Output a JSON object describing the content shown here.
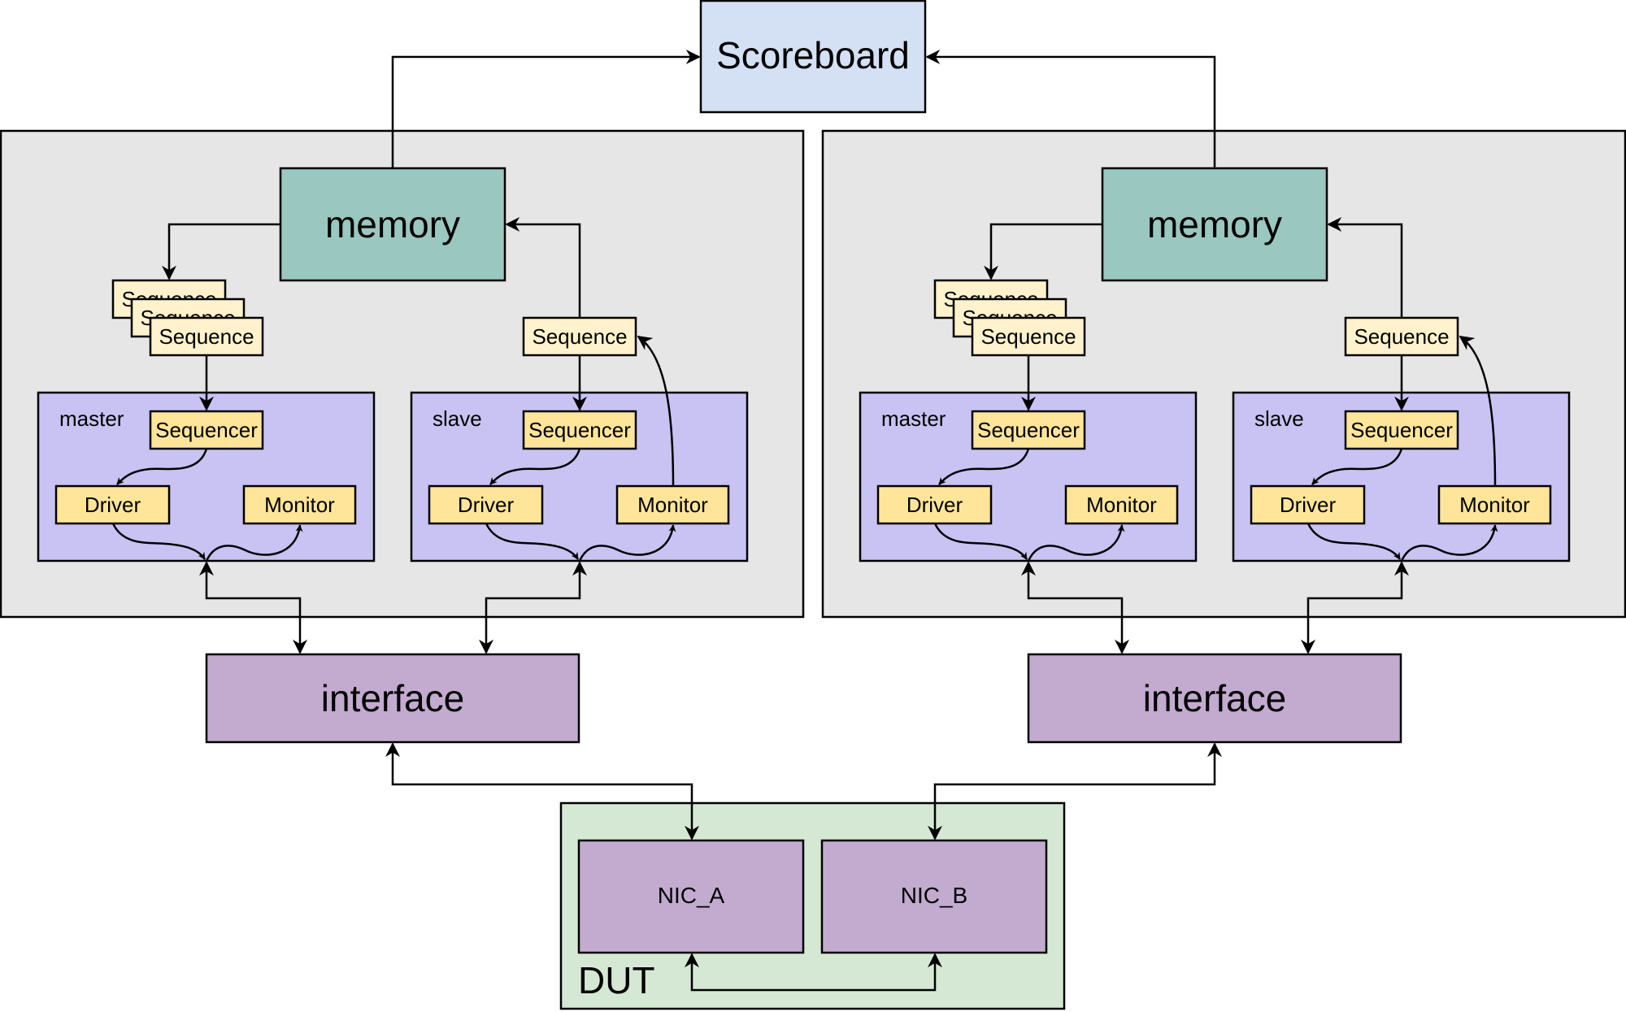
{
  "colors": {
    "scoreboard": "#d4e1f5",
    "environment": "#e6e6e6",
    "memory": "#9ac7bf",
    "sequence": "#fff2cc",
    "agent": "#c9c3f3",
    "component": "#ffe599",
    "interface": "#c3abd0",
    "dut": "#d5e8d4",
    "nic": "#c3abd0"
  },
  "scoreboard": {
    "label": "Scoreboard"
  },
  "environments": [
    {
      "memory": "memory",
      "sequences": [
        "Sequence",
        "Sequence",
        "Sequence"
      ],
      "slave_sequence": "Sequence",
      "master": {
        "label": "master",
        "sequencer": "Sequencer",
        "driver": "Driver",
        "monitor": "Monitor"
      },
      "slave": {
        "label": "slave",
        "sequencer": "Sequencer",
        "driver": "Driver",
        "monitor": "Monitor"
      },
      "interface": "interface"
    },
    {
      "memory": "memory",
      "sequences": [
        "Sequence",
        "Sequence",
        "Sequence"
      ],
      "slave_sequence": "Sequence",
      "master": {
        "label": "master",
        "sequencer": "Sequencer",
        "driver": "Driver",
        "monitor": "Monitor"
      },
      "slave": {
        "label": "slave",
        "sequencer": "Sequencer",
        "driver": "Driver",
        "monitor": "Monitor"
      },
      "interface": "interface"
    }
  ],
  "dut": {
    "label": "DUT",
    "nic_a": "NIC_A",
    "nic_b": "NIC_B"
  }
}
